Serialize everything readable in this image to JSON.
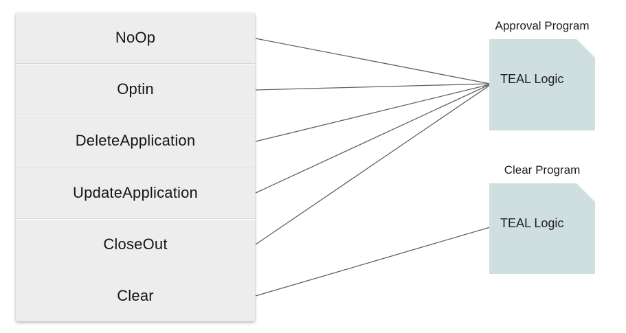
{
  "rows": [
    {
      "label": "NoOp"
    },
    {
      "label": "Optin"
    },
    {
      "label": "DeleteApplication"
    },
    {
      "label": "UpdateApplication"
    },
    {
      "label": "CloseOut"
    },
    {
      "label": "Clear"
    }
  ],
  "programs": [
    {
      "title": "Approval Program",
      "content": "TEAL Logic"
    },
    {
      "title": "Clear Program",
      "content": "TEAL Logic"
    }
  ],
  "connections": [
    {
      "from": "NoOp",
      "to": "Approval Program"
    },
    {
      "from": "Optin",
      "to": "Approval Program"
    },
    {
      "from": "DeleteApplication",
      "to": "Approval Program"
    },
    {
      "from": "UpdateApplication",
      "to": "Approval Program"
    },
    {
      "from": "CloseOut",
      "to": "Approval Program"
    },
    {
      "from": "Clear",
      "to": "Clear Program"
    }
  ],
  "colors": {
    "row_fill": "#ededed",
    "row_separator": "#d8d8d8",
    "program_fill": "#cfdfe0",
    "connector": "#616161",
    "text": "#141414"
  }
}
